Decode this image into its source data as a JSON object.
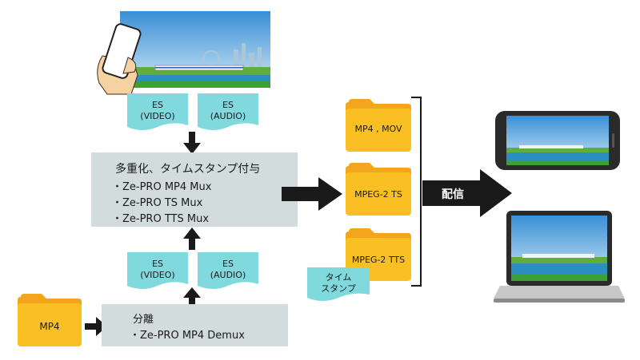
{
  "top_es": {
    "video": "ES\n(VIDEO)",
    "audio": "ES\n(AUDIO)"
  },
  "mux_box": {
    "title": "多重化、タイムスタンプ付与",
    "items": [
      "・Ze-PRO MP4 Mux",
      "・Ze-PRO TS Mux",
      "・Ze-PRO TTS Mux"
    ]
  },
  "bottom_es": {
    "video": "ES\n(VIDEO)",
    "audio": "ES\n(AUDIO)"
  },
  "demux_box": {
    "title": "分離",
    "item": "・Ze-PRO MP4 Demux"
  },
  "input_folder": "MP4",
  "output_folders": [
    "MP4 , MOV",
    "MPEG-2 TS",
    "MPEG-2 TTS"
  ],
  "timestamp_tag": "タイム\nスタンプ",
  "deliver_label": "配信",
  "colors": {
    "folder": "#f9bf23",
    "folder_tab": "#f3a51d",
    "es": "#7fd9dd",
    "box": "#d3dcdd",
    "arrow": "#1a1a1a"
  }
}
